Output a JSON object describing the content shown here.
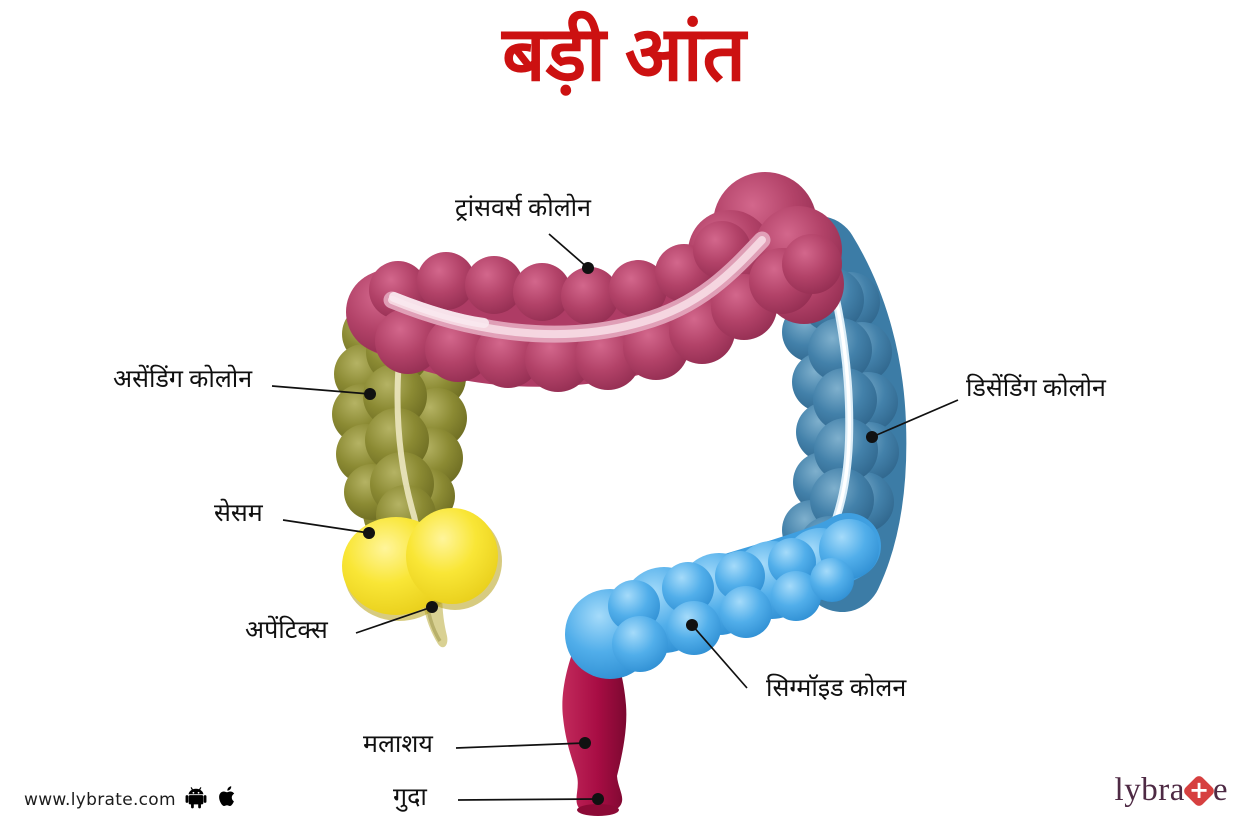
{
  "title": "बड़ी आंत",
  "labels": {
    "transverse": "ट्रांसवर्स कोलोन",
    "ascending": "असेंडिंग कोलोन",
    "cecum": "सेसम",
    "appendix": "अपेंटिक्स",
    "descending": "डिसेंडिंग कोलोन",
    "sigmoid": "सिग्मॉइड कोलन",
    "rectum": "मलाशय",
    "anus": "गुदा"
  },
  "colors": {
    "title": "#cc1111",
    "transverse": "#ae3c65",
    "ascending": "#85842e",
    "cecum": "#f9e636",
    "appendix": "#d9d193",
    "descending": "#3c7ca6",
    "sigmoid": "#3f9fe0",
    "rectum": "#a80d44",
    "label_text": "#101010",
    "leader_line": "#111111",
    "logo_text": "#4e2a44",
    "logo_plus_bg": "#d64040"
  },
  "footer": {
    "website": "www.lybrate.com",
    "logo_part1": "lybra",
    "logo_part2": "e",
    "logo_plus": "+"
  },
  "icons": {
    "android": "android-store-icon",
    "apple": "apple-store-icon"
  }
}
